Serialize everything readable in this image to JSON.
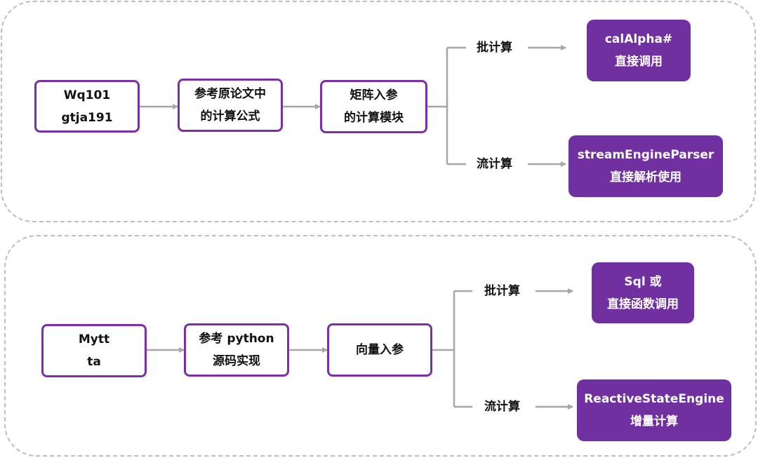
{
  "top_flow": {
    "source": {
      "line1": "Wq101",
      "line2": "gtja191"
    },
    "reference": {
      "line1": "参考原论文中",
      "line2": "的计算公式"
    },
    "module": {
      "line1": "矩阵入参",
      "line2": "的计算模块"
    },
    "batch": {
      "label": "批计算",
      "result": {
        "line1": "calAlpha#",
        "line2": "直接调用"
      }
    },
    "stream": {
      "label": "流计算",
      "result": {
        "line1": "streamEngineParser",
        "line2": "直接解析使用"
      }
    }
  },
  "bottom_flow": {
    "source": {
      "line1": "Mytt",
      "line2": "ta"
    },
    "reference": {
      "line1": "参考 python",
      "line2": "源码实现"
    },
    "module": {
      "line1": "向量入参"
    },
    "batch": {
      "label": "批计算",
      "result": {
        "line1": "Sql 或",
        "line2": "直接函数调用"
      }
    },
    "stream": {
      "label": "流计算",
      "result": {
        "line1": "ReactiveStateEngine",
        "line2": "增量计算"
      }
    }
  },
  "colors": {
    "node_border": "#7b2fa8",
    "result_fill": "#7030a0",
    "connector": "#a6a6a6",
    "panel_border": "#bdbdbd"
  }
}
